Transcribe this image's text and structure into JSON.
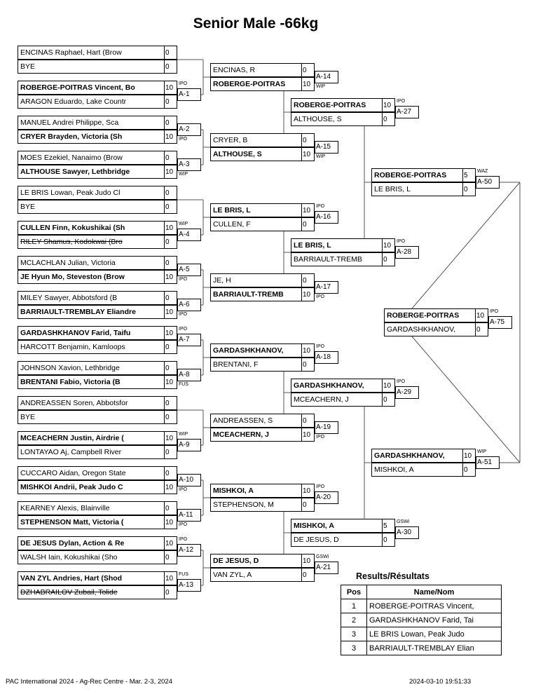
{
  "title": "Senior Male -66kg",
  "rounds": [
    [
      {
        "label": "",
        "p1": {
          "name": "ENCINAS Raphael, Hart (Brow",
          "score": "0"
        },
        "p2": {
          "name": "BYE",
          "score": "0"
        },
        "winner": 0,
        "result": ""
      },
      {
        "label": "A-1",
        "p1": {
          "name": "ROBERGE-POITRAS Vincent, Bo",
          "score": "10"
        },
        "p2": {
          "name": "ARAGON Eduardo, Lake Countr",
          "score": "0"
        },
        "winner": 1,
        "result": "IPO"
      },
      {
        "label": "A-2",
        "p1": {
          "name": "MANUEL Andrei Philippe, Sca",
          "score": "0"
        },
        "p2": {
          "name": "CRYER Brayden, Victoria (Sh",
          "score": "10"
        },
        "winner": 2,
        "result": "IPO"
      },
      {
        "label": "A-3",
        "p1": {
          "name": "MOES Ezekiel, Nanaimo (Brow",
          "score": "0"
        },
        "p2": {
          "name": "ALTHOUSE Sawyer, Lethbridge",
          "score": "10"
        },
        "winner": 2,
        "result": "WIP"
      },
      {
        "label": "",
        "p1": {
          "name": "LE BRIS Lowan, Peak Judo Cl",
          "score": "0"
        },
        "p2": {
          "name": "BYE",
          "score": "0"
        },
        "winner": 0,
        "result": ""
      },
      {
        "label": "A-4",
        "p1": {
          "name": "CULLEN Finn, Kokushikai (Sh",
          "score": "10"
        },
        "p2": {
          "name": "RILEY Shamus, Kodokwai (Bro",
          "score": "0",
          "strike": true
        },
        "winner": 1,
        "result": "WIP"
      },
      {
        "label": "A-5",
        "p1": {
          "name": "MCLACHLAN Julian, Victoria",
          "score": "0"
        },
        "p2": {
          "name": "JE Hyun Mo, Steveston (Brow",
          "score": "10"
        },
        "winner": 2,
        "result": "IPO"
      },
      {
        "label": "A-6",
        "p1": {
          "name": "MILEY Sawyer, Abbotsford (B",
          "score": "0"
        },
        "p2": {
          "name": "BARRIAULT-TREMBLAY Eliandre",
          "score": "10"
        },
        "winner": 2,
        "result": "IPO"
      },
      {
        "label": "A-7",
        "p1": {
          "name": "GARDASHKHANOV Farid, Taifu",
          "score": "10"
        },
        "p2": {
          "name": "HARCOTT Benjamin, Kamloops",
          "score": "0"
        },
        "winner": 1,
        "result": "IPO"
      },
      {
        "label": "A-8",
        "p1": {
          "name": "JOHNSON Xavion, Lethbridge",
          "score": "0"
        },
        "p2": {
          "name": "BRENTANI Fabio, Victoria (B",
          "score": "10"
        },
        "winner": 2,
        "result": "FUS"
      },
      {
        "label": "",
        "p1": {
          "name": "ANDREASSEN Soren, Abbotsfor",
          "score": "0"
        },
        "p2": {
          "name": "BYE",
          "score": "0"
        },
        "winner": 0,
        "result": ""
      },
      {
        "label": "A-9",
        "p1": {
          "name": "MCEACHERN Justin, Airdrie (",
          "score": "10"
        },
        "p2": {
          "name": "LONTAYAO Aj, Campbell River",
          "score": "0"
        },
        "winner": 1,
        "result": "WIP"
      },
      {
        "label": "A-10",
        "p1": {
          "name": "CUCCARO Aidan, Oregon State",
          "score": "0"
        },
        "p2": {
          "name": "MISHKOI Andrii, Peak Judo C",
          "score": "10"
        },
        "winner": 2,
        "result": "IPO"
      },
      {
        "label": "A-11",
        "p1": {
          "name": "KEARNEY Alexis, Blainville",
          "score": "0"
        },
        "p2": {
          "name": "STEPHENSON Matt, Victoria (",
          "score": "10"
        },
        "winner": 2,
        "result": "IPO"
      },
      {
        "label": "A-12",
        "p1": {
          "name": "DE JESUS Dylan, Action & Re",
          "score": "10"
        },
        "p2": {
          "name": "WALSH Iain, Kokushikai (Sho",
          "score": "0"
        },
        "winner": 1,
        "result": "IPO"
      },
      {
        "label": "A-13",
        "p1": {
          "name": "VAN ZYL Andries, Hart (Shod",
          "score": "10"
        },
        "p2": {
          "name": "DZHABRAILOV Zubail, Tolide",
          "score": "0",
          "strike": true
        },
        "winner": 1,
        "result": "FUS"
      }
    ],
    [
      {
        "label": "A-14",
        "p1": {
          "name": "ENCINAS, R",
          "score": "0"
        },
        "p2": {
          "name": "ROBERGE-POITRAS",
          "score": "10"
        },
        "winner": 2,
        "result": "WIP"
      },
      {
        "label": "A-15",
        "p1": {
          "name": "CRYER, B",
          "score": "0"
        },
        "p2": {
          "name": "ALTHOUSE, S",
          "score": "10"
        },
        "winner": 2,
        "result": "WIP"
      },
      {
        "label": "A-16",
        "p1": {
          "name": "LE BRIS, L",
          "score": "10"
        },
        "p2": {
          "name": "CULLEN, F",
          "score": "0"
        },
        "winner": 1,
        "result": "IPO"
      },
      {
        "label": "A-17",
        "p1": {
          "name": "JE, H",
          "score": "0"
        },
        "p2": {
          "name": "BARRIAULT-TREMB",
          "score": "10"
        },
        "winner": 2,
        "result": "IPO"
      },
      {
        "label": "A-18",
        "p1": {
          "name": "GARDASHKHANOV,",
          "score": "10"
        },
        "p2": {
          "name": "BRENTANI, F",
          "score": "0"
        },
        "winner": 1,
        "result": "IPO"
      },
      {
        "label": "A-19",
        "p1": {
          "name": "ANDREASSEN, S",
          "score": "0"
        },
        "p2": {
          "name": "MCEACHERN, J",
          "score": "10"
        },
        "winner": 2,
        "result": "IPO"
      },
      {
        "label": "A-20",
        "p1": {
          "name": "MISHKOI, A",
          "score": "10"
        },
        "p2": {
          "name": "STEPHENSON, M",
          "score": "0"
        },
        "winner": 1,
        "result": "IPO"
      },
      {
        "label": "A-21",
        "p1": {
          "name": "DE JESUS, D",
          "score": "10"
        },
        "p2": {
          "name": "VAN ZYL, A",
          "score": "0"
        },
        "winner": 1,
        "result": "GSWi"
      }
    ],
    [
      {
        "label": "A-27",
        "p1": {
          "name": "ROBERGE-POITRAS",
          "score": "10"
        },
        "p2": {
          "name": "ALTHOUSE, S",
          "score": "0"
        },
        "winner": 1,
        "result": "IPO"
      },
      {
        "label": "A-28",
        "p1": {
          "name": "LE BRIS, L",
          "score": "10"
        },
        "p2": {
          "name": "BARRIAULT-TREMB",
          "score": "0"
        },
        "winner": 1,
        "result": "IPO"
      },
      {
        "label": "A-29",
        "p1": {
          "name": "GARDASHKHANOV,",
          "score": "10"
        },
        "p2": {
          "name": "MCEACHERN, J",
          "score": "0"
        },
        "winner": 1,
        "result": "IPO"
      },
      {
        "label": "A-30",
        "p1": {
          "name": "MISHKOI, A",
          "score": "5"
        },
        "p2": {
          "name": "DE JESUS, D",
          "score": "0"
        },
        "winner": 1,
        "result": "GSWi"
      }
    ],
    [
      {
        "label": "A-50",
        "p1": {
          "name": "ROBERGE-POITRAS",
          "score": "5"
        },
        "p2": {
          "name": "LE BRIS, L",
          "score": "0"
        },
        "winner": 1,
        "result": "WAZ"
      },
      {
        "label": "A-51",
        "p1": {
          "name": "GARDASHKHANOV,",
          "score": "10"
        },
        "p2": {
          "name": "MISHKOI, A",
          "score": "0"
        },
        "winner": 1,
        "result": "WIP"
      }
    ],
    [
      {
        "label": "A-75",
        "p1": {
          "name": "ROBERGE-POITRAS",
          "score": "10"
        },
        "p2": {
          "name": "GARDASHKHANOV,",
          "score": "0"
        },
        "winner": 1,
        "result": "IPO"
      }
    ]
  ],
  "results": {
    "title": "Results/Résultats",
    "headers": [
      "Pos",
      "Name/Nom"
    ],
    "rows": [
      {
        "pos": "1",
        "name": "ROBERGE-POITRAS Vincent,"
      },
      {
        "pos": "2",
        "name": "GARDASHKHANOV Farid, Tai"
      },
      {
        "pos": "3",
        "name": "LE BRIS Lowan, Peak Judo"
      },
      {
        "pos": "3",
        "name": "BARRIAULT-TREMBLAY Elian"
      }
    ]
  },
  "footer": {
    "event": "PAC International 2024 - Ag-Rec Centre - Mar. 2-3, 2024",
    "timestamp": "2024-03-10 19:51:33"
  }
}
